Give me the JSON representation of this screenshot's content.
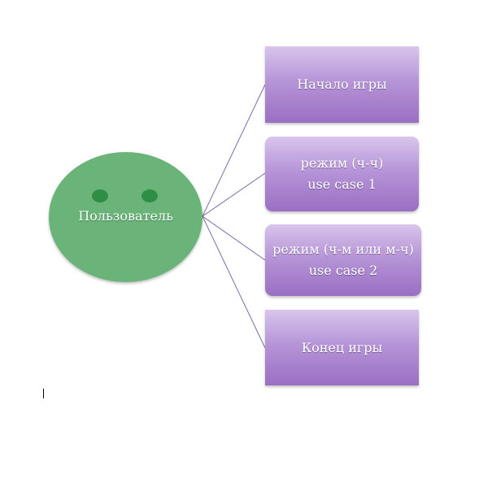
{
  "actor": {
    "label": "Пользователь"
  },
  "use_cases": [
    {
      "line1": "Начало игры",
      "line2": ""
    },
    {
      "line1": "режим (ч-ч)",
      "line2": "use case 1"
    },
    {
      "line1": "режим (ч-м или м-ч)",
      "line2": "use case 2"
    },
    {
      "line1": "Конец игры",
      "line2": ""
    }
  ],
  "colors": {
    "actor_fill": "#6ab47a",
    "actor_eyes": "#2f8e46",
    "box_top": "#d8c5ec",
    "box_bottom": "#9a6fc3",
    "connector": "#7b6aa8"
  }
}
